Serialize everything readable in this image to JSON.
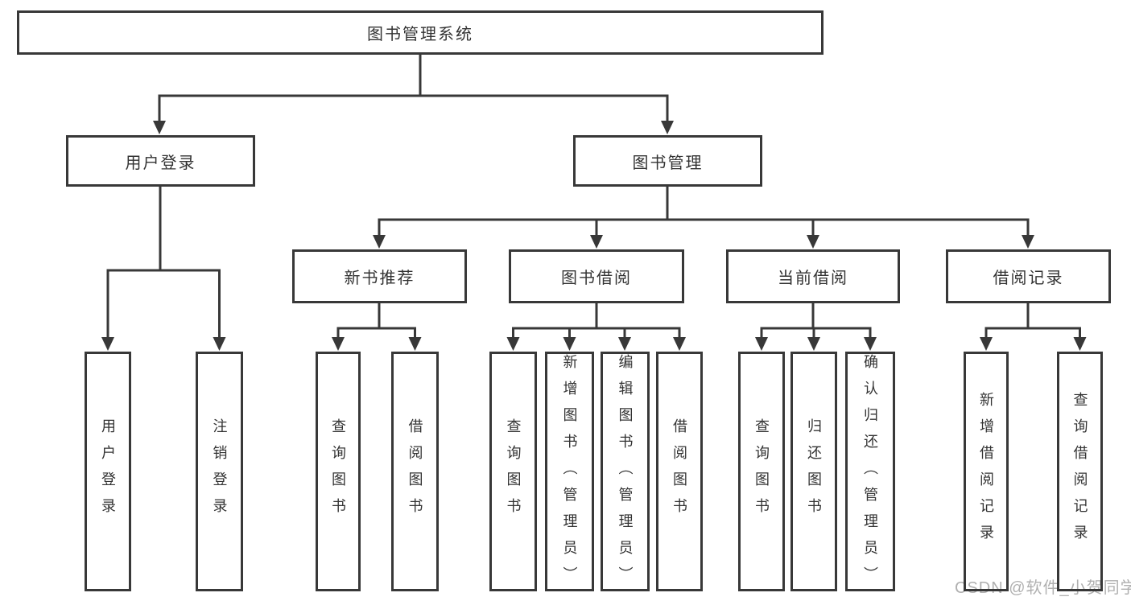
{
  "colors": {
    "line": "#383838",
    "box_border": "#383838",
    "text": "#333333",
    "watermark": "#b0b0b0",
    "background": "#ffffff"
  },
  "watermark": "CSDN @软件_小贺同学",
  "tree": {
    "root": {
      "label": "图书管理系统"
    },
    "children": [
      {
        "label": "用户登录",
        "children": [
          {
            "label": "用户登录"
          },
          {
            "label": "注销登录"
          }
        ]
      },
      {
        "label": "图书管理",
        "children": [
          {
            "label": "新书推荐",
            "children": [
              {
                "label": "查询图书"
              },
              {
                "label": "借阅图书"
              }
            ]
          },
          {
            "label": "图书借阅",
            "children": [
              {
                "label": "查询图书"
              },
              {
                "label": "新增图书（管理员）"
              },
              {
                "label": "编辑图书（管理员）"
              },
              {
                "label": "借阅图书"
              }
            ]
          },
          {
            "label": "当前借阅",
            "children": [
              {
                "label": "查询图书"
              },
              {
                "label": "归还图书"
              },
              {
                "label": "确认归还（管理员）"
              }
            ]
          },
          {
            "label": "借阅记录",
            "children": [
              {
                "label": "新增借阅记录"
              },
              {
                "label": "查询借阅记录"
              }
            ]
          }
        ]
      }
    ]
  }
}
